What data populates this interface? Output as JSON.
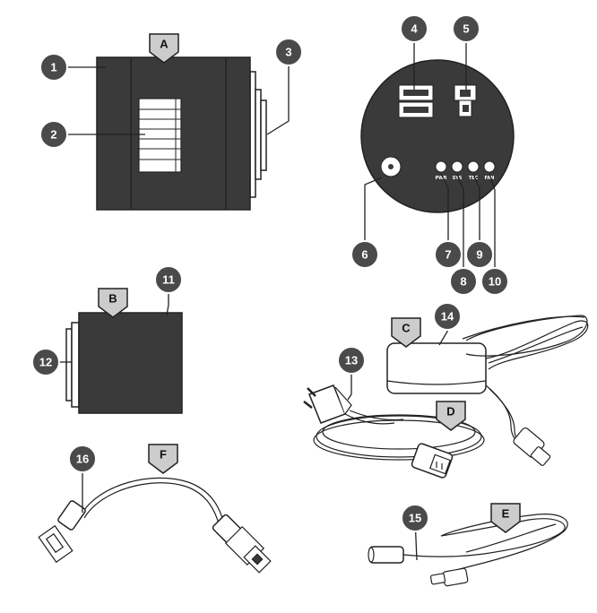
{
  "callouts": [
    "1",
    "2",
    "3",
    "4",
    "5",
    "6",
    "7",
    "8",
    "9",
    "10",
    "11",
    "12",
    "13",
    "14",
    "15",
    "16"
  ],
  "tags": [
    "A",
    "B",
    "C",
    "D",
    "E",
    "F"
  ],
  "leds": [
    "PWR",
    "SYS",
    "TEC",
    "FAN"
  ],
  "colors": {
    "device": "#3a3a3a",
    "callout": "#4a4a4a",
    "tag": "#cccccc",
    "line": "#222222"
  }
}
